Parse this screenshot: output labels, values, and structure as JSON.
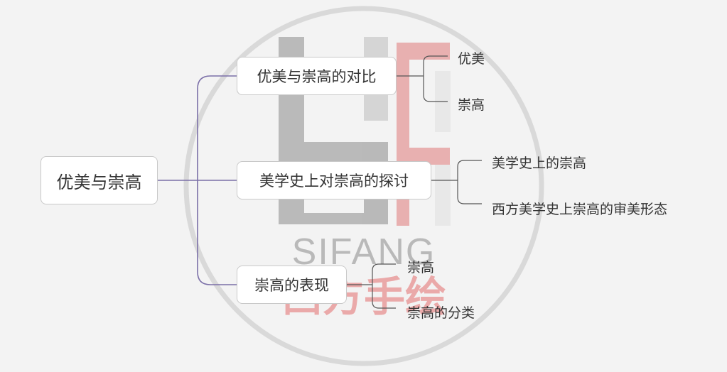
{
  "watermark": {
    "logo_text": "SIFANG",
    "brand_text": "西方手绘",
    "logo_color": "#8a8a8a",
    "accent_color": "#e05050"
  },
  "mindmap": {
    "root": "优美与崇高",
    "branches": [
      {
        "label": "优美与崇高的对比",
        "children": [
          "优美",
          "崇高"
        ]
      },
      {
        "label": "美学史上对崇高的探讨",
        "children": [
          "美学史上的崇高",
          "西方美学史上崇高的审美形态"
        ]
      },
      {
        "label": "崇高的表现",
        "children": [
          "崇高",
          "崇高的分类"
        ]
      }
    ]
  },
  "colors": {
    "background": "#f3f3f3",
    "root_connector": "#7b6fa8",
    "branch_connector": "#555555"
  }
}
